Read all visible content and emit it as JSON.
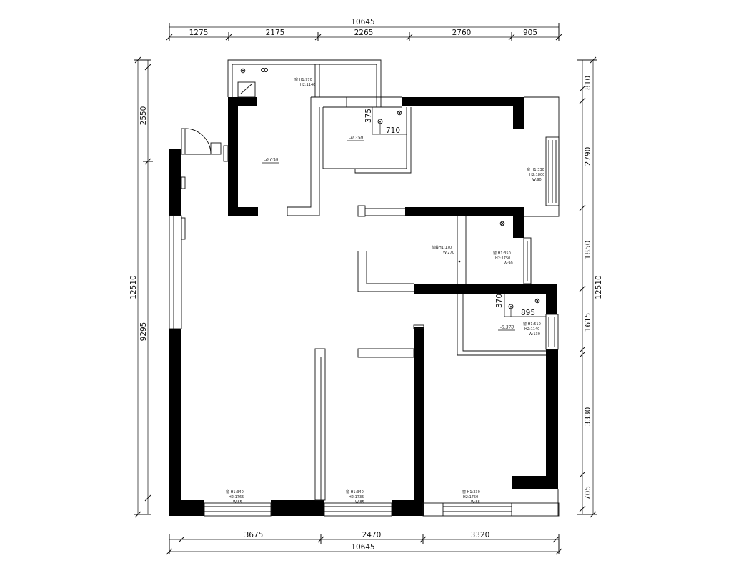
{
  "dimensions": {
    "top_total": "10645",
    "top_segments": [
      "1275",
      "2175",
      "2265",
      "2760",
      "905"
    ],
    "bottom_total": "10645",
    "bottom_segments": [
      "3675",
      "2470",
      "3320"
    ],
    "left_total": "12510",
    "left_segments": [
      "2550",
      "9295"
    ],
    "right_total": "12510",
    "right_segments": [
      "810",
      "2790",
      "1850",
      "1615",
      "3330",
      "705"
    ],
    "inner": {
      "upper_bath_a": "375",
      "upper_bath_b": "710",
      "lower_bath_a": "370",
      "lower_bath_b": "895"
    }
  },
  "levels": {
    "kitchen": "-0.030",
    "upper_bath": "-0.350",
    "lower_bath": "-0.370"
  },
  "window_notes": {
    "kitchen": [
      "窗 H1:970",
      "H2:1140"
    ],
    "master_bedroom": [
      "窗 H1:330",
      "H2:1800",
      "W:90"
    ],
    "corridor_bedroom": [
      "窗 H1:350",
      "H2:1750",
      "W:90"
    ],
    "corridor_opening": [
      "储藏H1:170",
      "W:270"
    ],
    "lower_bath": [
      "窗 H1:510",
      "H2:1140",
      "W:130"
    ],
    "living_room": [
      "窗 H1:340",
      "H2:1765",
      "W:85"
    ],
    "middle_bedroom": [
      "窗 H1:340",
      "H2:1735",
      "W:85"
    ],
    "right_bedroom": [
      "窗 H1:330",
      "H2:1750",
      "W:88"
    ]
  }
}
